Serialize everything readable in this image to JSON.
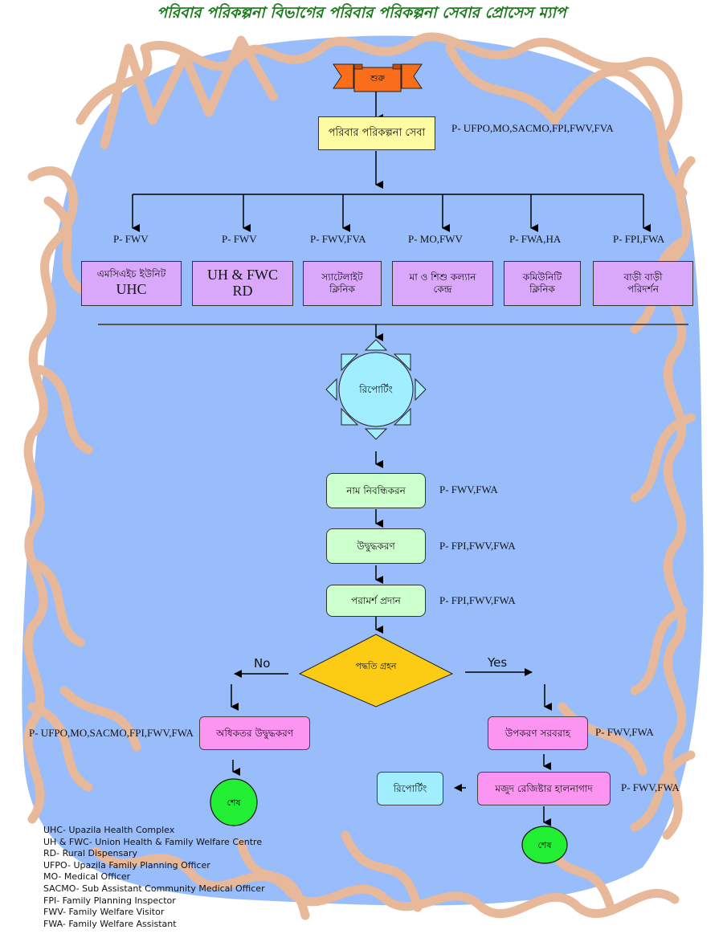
{
  "title": "পরিবার পরিকল্পনা বিভাগের পরিবার পরিকল্পনা সেবার প্রোসেস ম্যাপ",
  "colors": {
    "background_blue": "#99bdfb",
    "border_decoration": "#e8b89b",
    "title_green": "#1a7a1a",
    "start_orange": "#f96d1b",
    "service_yellow": "#fdfca2",
    "facility_purple": "#d9a8fa",
    "step_green": "#ccffcc",
    "decision_gold": "#fccc15",
    "action_pink": "#fc95f2",
    "report_cyan": "#a0eeff",
    "end_green": "#22ee33"
  },
  "start": {
    "label": "শুরু"
  },
  "service": {
    "label": "পরিবার পরিকল্পনা সেবা",
    "personnel": "P-  UFPO,MO,SACMO,FPI,FWV,FVA"
  },
  "facilities": [
    {
      "personnel": "P- FWV",
      "line1": "এমসিএইচ ইউনিট",
      "line2": "UHC"
    },
    {
      "personnel": "P-  FWV",
      "line1": "UH & FWC",
      "line2": "RD"
    },
    {
      "personnel": "P- FWV,FVA",
      "line1": "স্যাটেলাইট",
      "line2": "ক্লিনিক"
    },
    {
      "personnel": "P-  MO,FWV",
      "line1": "মা ও শিশু কল্যান",
      "line2": "কেন্দ্র"
    },
    {
      "personnel": "P-  FWA,HA",
      "line1": "কমিউনিটি",
      "line2": "ক্লিনিক"
    },
    {
      "personnel": "P-  FPI,FWA",
      "line1": "বাড়ী বাড়ী",
      "line2": "পরিদর্শন"
    }
  ],
  "reporting_hub": {
    "label": "রিপোর্টিং"
  },
  "steps": [
    {
      "label": "নাম নিবন্ধিকরন",
      "personnel": "P-  FWV,FWA"
    },
    {
      "label": "উদ্বুদ্ধকরণ",
      "personnel": "P-  FPI,FWV,FWA"
    },
    {
      "label": "পরামর্শ প্রদান",
      "personnel": "P-  FPI,FWV,FWA"
    }
  ],
  "decision": {
    "label": "পদ্ধতি গ্রহন",
    "no_label": "No",
    "yes_label": "Yes"
  },
  "no_branch": {
    "action": "অধিকতর উদ্বুদ্ধকরণ",
    "personnel": "P-  UFPO,MO,SACMO,FPI,FWV,FWA",
    "end": "শেষ"
  },
  "yes_branch": {
    "supply": "উপকরণ সরবরাহ",
    "supply_personnel": "P- FWV,FWA",
    "register": "মজুদ রেজিষ্টার হালনাগাদ",
    "register_personnel": "P- FWV,FWA",
    "reporting": "রিপোর্টিং",
    "end": "শেষ"
  },
  "legend": [
    "UHC- Upazila Health Complex",
    "UH & FWC- Union Health & Family Welfare Centre",
    "RD- Rural Dispensary",
    "UFPO- Upazila Family Planning Officer",
    "MO- Medical Officer",
    "SACMO- Sub Assistant Community Medical Officer",
    "FPI- Family Planning Inspector",
    "FWV- Family Welfare Visitor",
    "FWA- Family Welfare Assistant"
  ]
}
